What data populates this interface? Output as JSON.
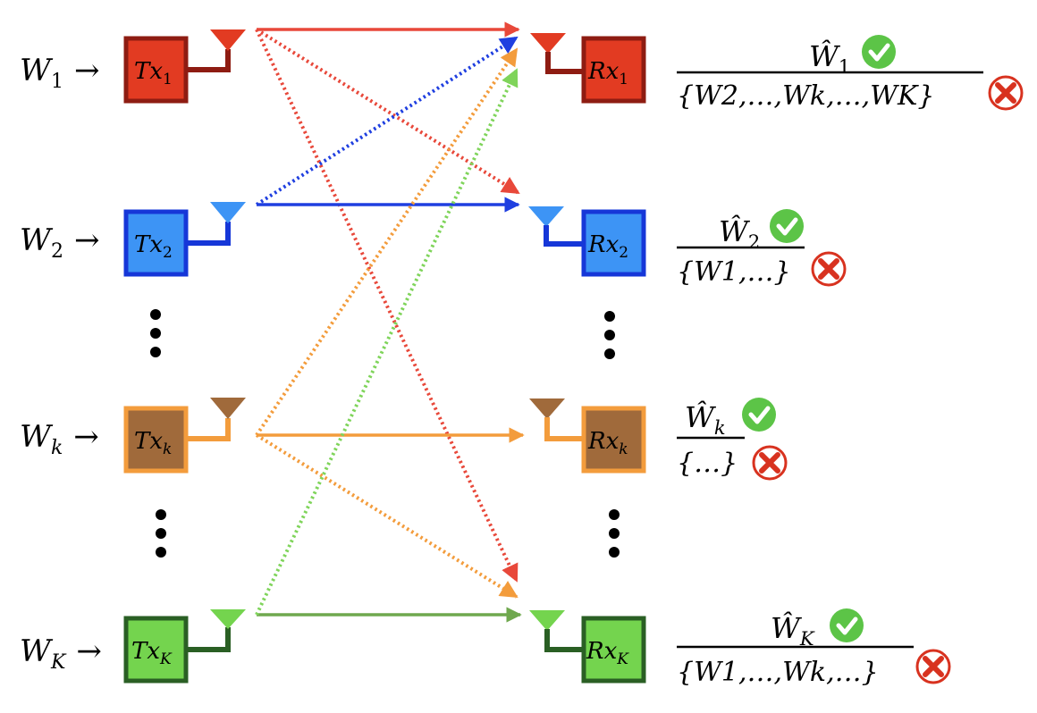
{
  "transmitters": [
    {
      "id": "1",
      "input_label": "W",
      "input_sub": "1",
      "box_label": "Tx",
      "box_sub": "1",
      "fill": "#e23b22",
      "border": "#8e1c12"
    },
    {
      "id": "2",
      "input_label": "W",
      "input_sub": "2",
      "box_label": "Tx",
      "box_sub": "2",
      "fill": "#3d94f5",
      "border": "#1637d8"
    },
    {
      "id": "k",
      "input_label": "W",
      "input_sub": "k",
      "box_label": "Tx",
      "box_sub": "k",
      "fill": "#a06a3b",
      "border": "#f39c3c"
    },
    {
      "id": "K",
      "input_label": "W",
      "input_sub": "K",
      "box_label": "Tx",
      "box_sub": "K",
      "fill": "#74d44e",
      "border": "#2a5f24"
    }
  ],
  "receivers": [
    {
      "id": "1",
      "box_label": "Rx",
      "box_sub": "1",
      "fill": "#e23b22",
      "border": "#8e1c12",
      "decoded": "Ŵ",
      "decoded_sub": "1",
      "interference": "{W2,…,Wk,…,WK}"
    },
    {
      "id": "2",
      "box_label": "Rx",
      "box_sub": "2",
      "fill": "#3d94f5",
      "border": "#1637d8",
      "decoded": "Ŵ",
      "decoded_sub": "2",
      "interference": "{W1,…}"
    },
    {
      "id": "k",
      "box_label": "Rx",
      "box_sub": "k",
      "fill": "#a06a3b",
      "border": "#f39c3c",
      "decoded": "Ŵ",
      "decoded_sub": "k",
      "interference": "{…}"
    },
    {
      "id": "K",
      "box_label": "Rx",
      "box_sub": "K",
      "fill": "#74d44e",
      "border": "#2a5f24",
      "decoded": "Ŵ",
      "decoded_sub": "K",
      "interference": "{W1,…,Wk,…}"
    }
  ],
  "arrow_symbol": "→",
  "ellipsis_symbol": "…",
  "colors": {
    "red": "#e8483a",
    "blue": "#1f3fe0",
    "orange": "#f39c3c",
    "green": "#7fd45a",
    "green_direct": "#6fa84e",
    "check": "#5cc447",
    "cross": "#d8321f"
  },
  "links": [
    {
      "from": "1",
      "to": "1",
      "style": "solid",
      "color": "red"
    },
    {
      "from": "1",
      "to": "2",
      "style": "dotted",
      "color": "red"
    },
    {
      "from": "1",
      "to": "K",
      "style": "dotted",
      "color": "red"
    },
    {
      "from": "2",
      "to": "2",
      "style": "solid",
      "color": "blue"
    },
    {
      "from": "2",
      "to": "1",
      "style": "dotted",
      "color": "blue"
    },
    {
      "from": "k",
      "to": "k",
      "style": "solid",
      "color": "orange"
    },
    {
      "from": "k",
      "to": "1",
      "style": "dotted",
      "color": "orange"
    },
    {
      "from": "k",
      "to": "K",
      "style": "dotted",
      "color": "orange"
    },
    {
      "from": "K",
      "to": "K",
      "style": "solid",
      "color": "green_direct"
    },
    {
      "from": "K",
      "to": "1",
      "style": "dotted",
      "color": "green"
    }
  ],
  "icons": {
    "decoded": "check-circle-icon",
    "rejected": "cross-circle-icon"
  }
}
